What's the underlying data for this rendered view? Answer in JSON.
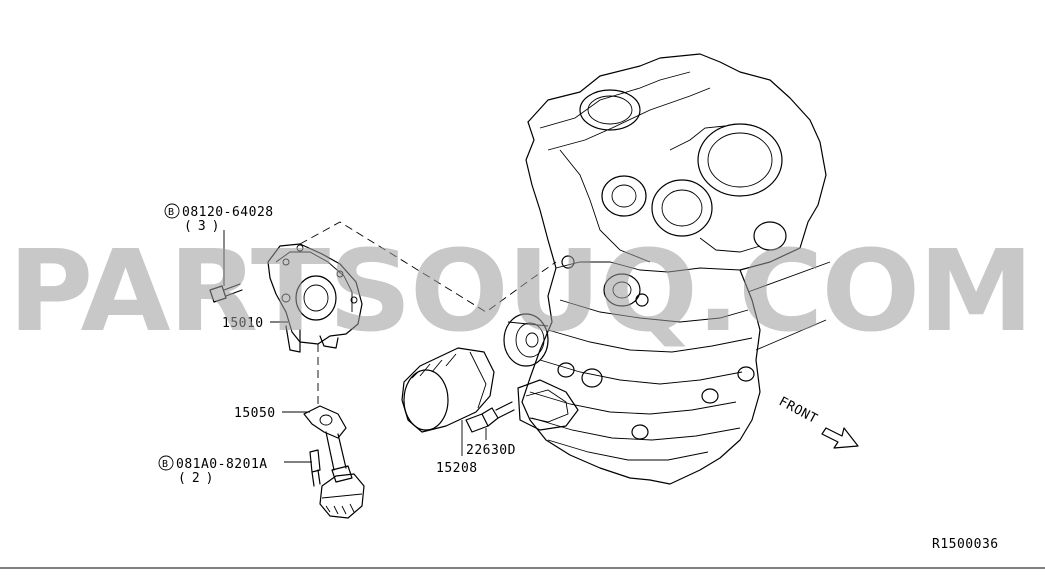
{
  "diagram": {
    "labels": {
      "bolt_upper_part": "08120-64028",
      "bolt_upper_qty": "(3)",
      "bolt_upper_prefix": "B",
      "oil_pump": "15010",
      "gasket": "15050",
      "bolt_lower_part": "081A0-8201A",
      "bolt_lower_qty": "(2)",
      "bolt_lower_prefix": "B",
      "oil_filter": "15208",
      "pressure_switch": "22630D",
      "front_arrow": "FRONT",
      "diagram_id": "R1500036"
    },
    "watermark": "PARTSOUQ.COM"
  }
}
